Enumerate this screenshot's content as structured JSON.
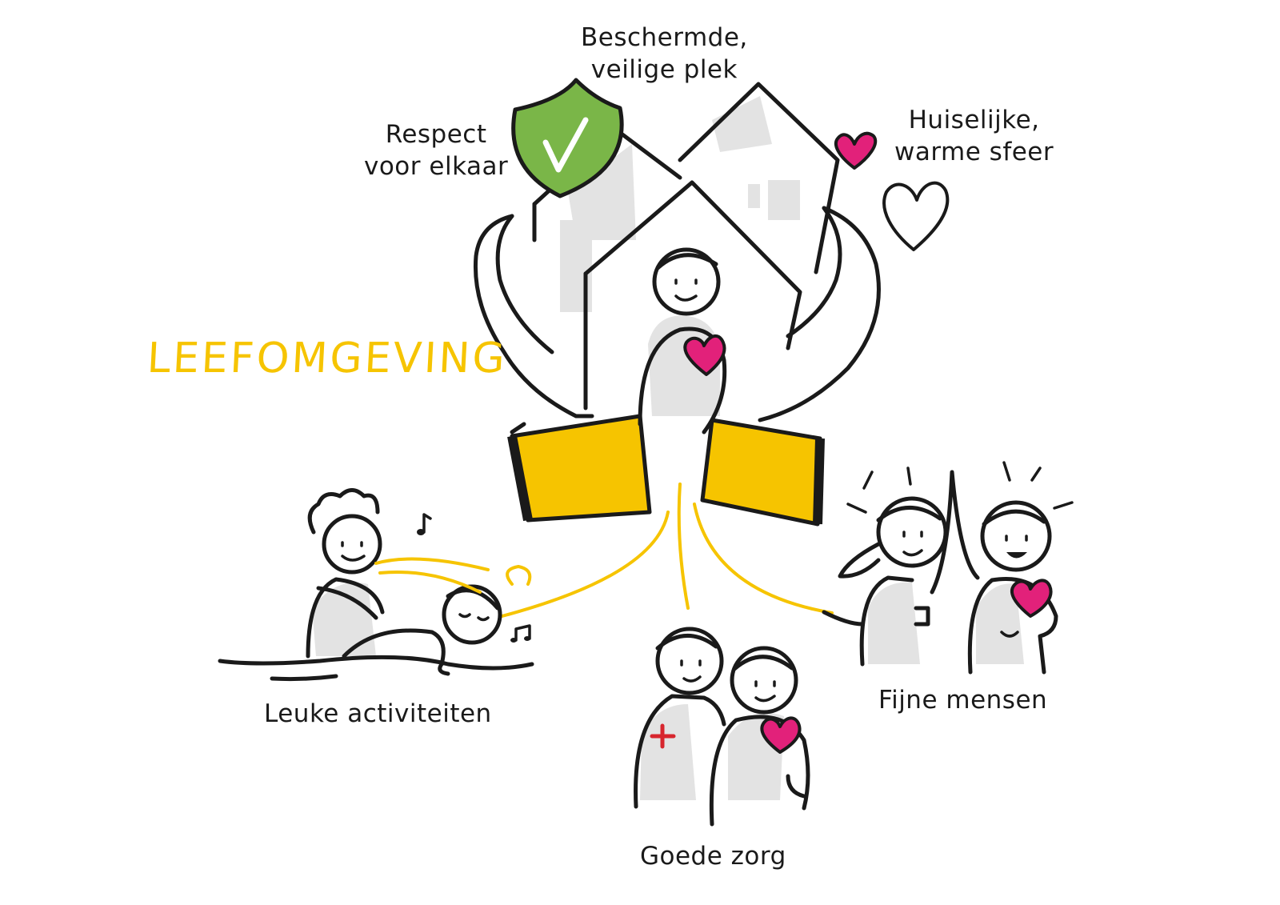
{
  "title": "LEEFOMGEVING",
  "labels": {
    "beschermde": {
      "line1": "Beschermde,",
      "line2": "veilige plek"
    },
    "respect": {
      "line1": "Respect",
      "line2": "voor elkaar"
    },
    "huiselijke": {
      "line1": "Huiselijke,",
      "line2": "warme sfeer"
    },
    "activiteiten": "Leuke activiteiten",
    "zorg": "Goede zorg",
    "mensen": "Fijne mensen"
  },
  "colors": {
    "ink": "#1a1a1a",
    "accent_yellow": "#f6c400",
    "shield_green": "#7ab648",
    "heart_pink": "#e2217a",
    "cross_red": "#d7262e",
    "shade_grey": "#e3e3e3"
  },
  "icons": [
    "shield-check-icon",
    "heart-icon",
    "house-icon",
    "hands-icon",
    "music-note-icon",
    "red-cross-icon",
    "person-icon"
  ]
}
